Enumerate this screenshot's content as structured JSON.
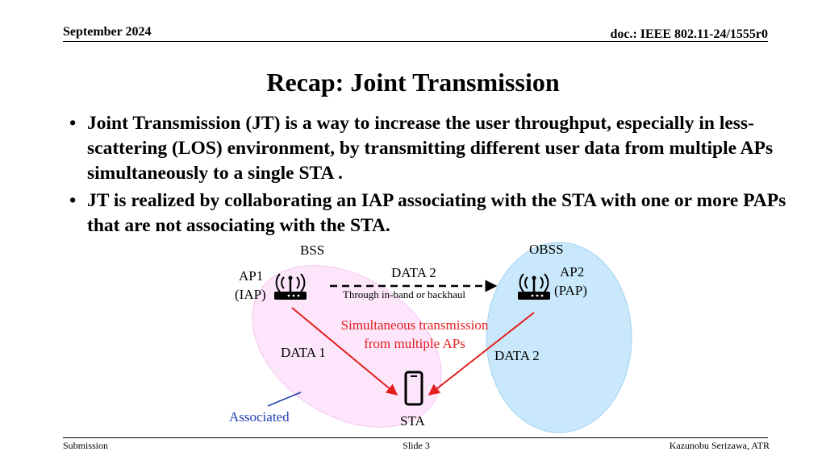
{
  "header": {
    "date": "September 2024",
    "doc": "doc.: IEEE 802.11-24/1555r0"
  },
  "title": "Recap: Joint Transmission",
  "bullets": [
    "Joint Transmission (JT) is a way to increase the user throughput, especially in less-scattering (LOS) environment, by transmitting different user data from multiple APs simultaneously to a single STA .",
    "JT is realized by collaborating an IAP associating with the STA with one or more PAPs that are not associating with the STA."
  ],
  "diagram": {
    "bss_label": "BSS",
    "obss_label": "OBSS",
    "ap1_line1": "AP1",
    "ap1_line2": "(IAP)",
    "ap2_line1": "AP2",
    "ap2_line2": "(PAP)",
    "data2_top": "DATA 2",
    "backhaul": "Through in-band or backhaul",
    "simul_line1": "Simultaneous transmission",
    "simul_line2": "from multiple APs",
    "data1": "DATA 1",
    "data2_right": "DATA 2",
    "associated": "Associated",
    "sta": "STA",
    "colors": {
      "bss_fill": "#fde6fb",
      "obss_fill": "#c9e8fb",
      "arrow_red": "#e41e1e",
      "associated_blue": "#1f3fb3"
    },
    "icons": [
      "wifi-router-icon",
      "wifi-router-icon",
      "smartphone-icon"
    ]
  },
  "footer": {
    "left": "Submission",
    "center": "Slide 3",
    "right": "Kazunobu Serizawa, ATR"
  }
}
